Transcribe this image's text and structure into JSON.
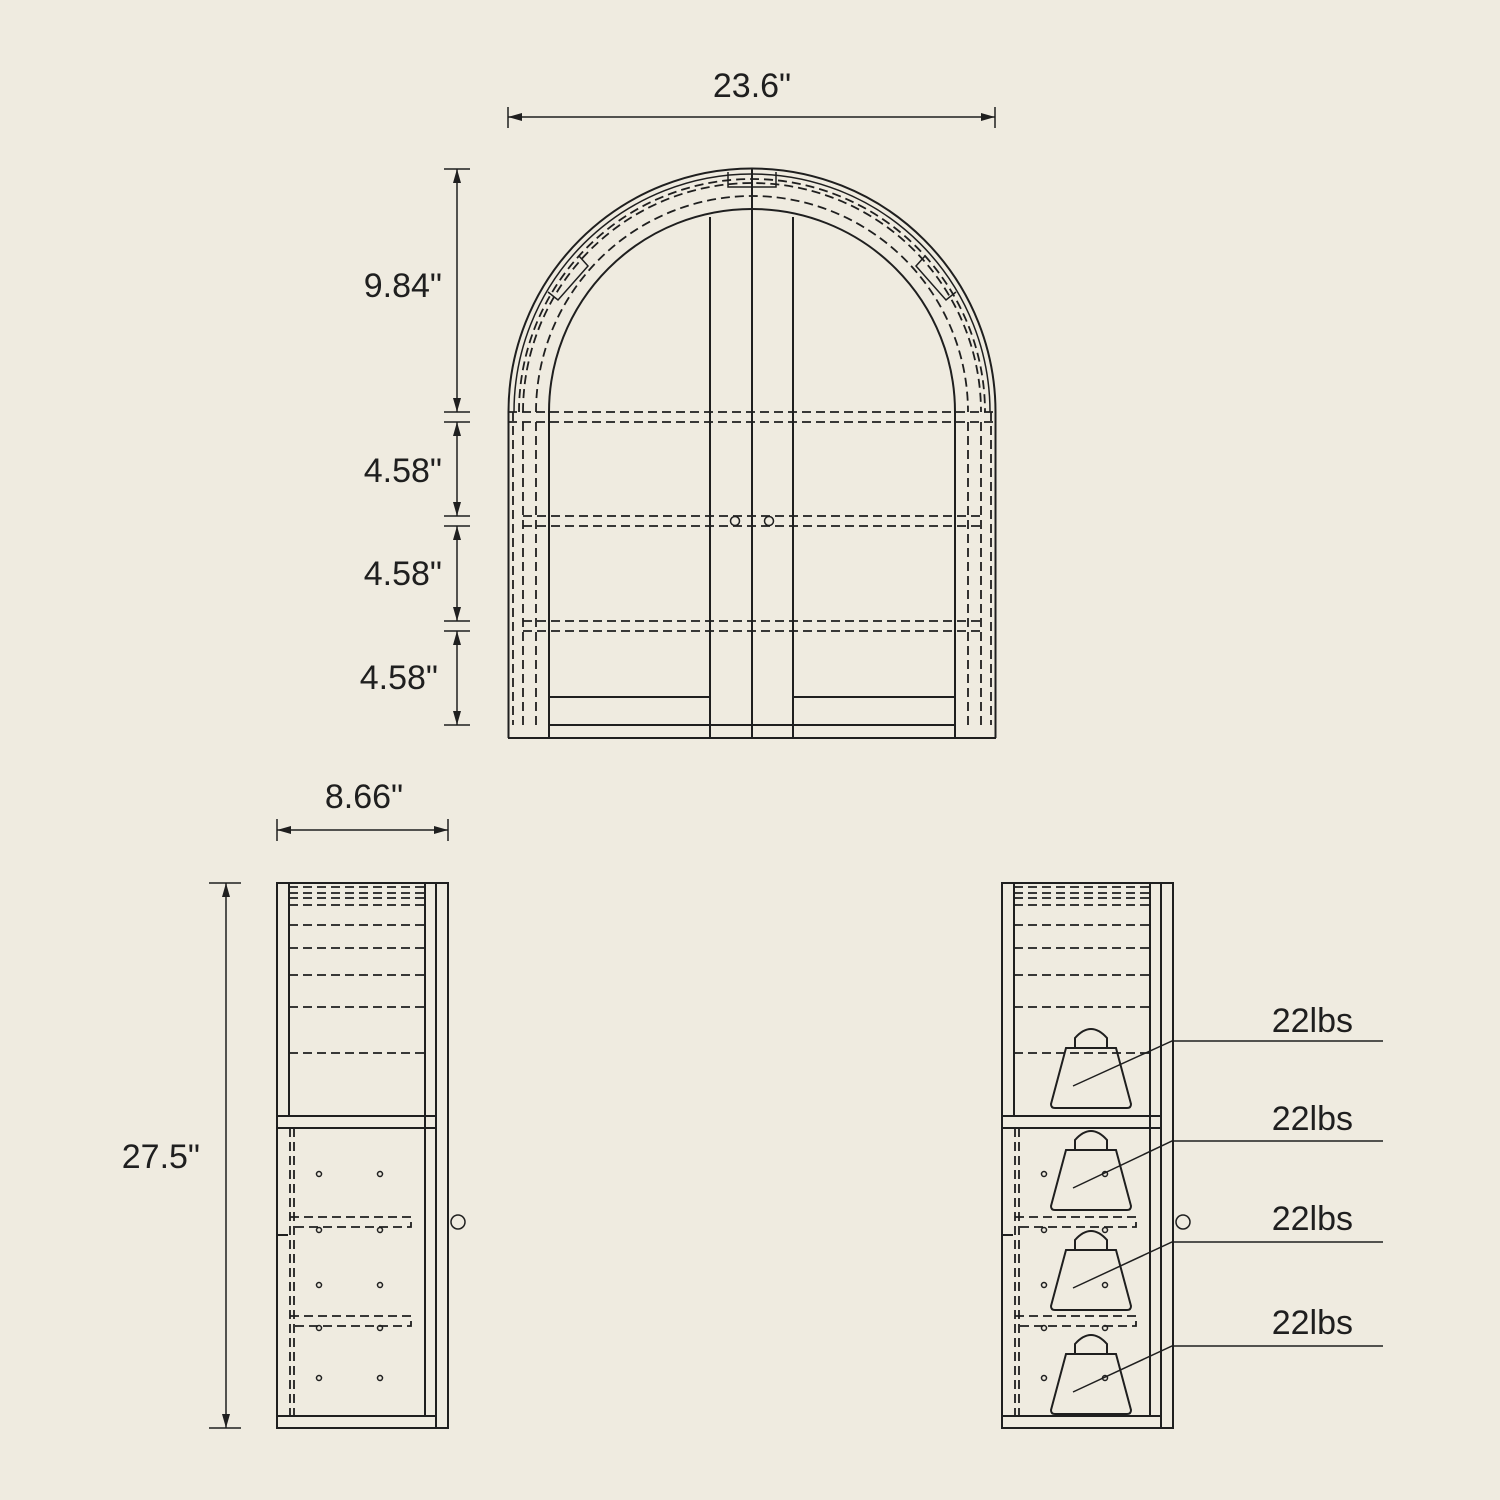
{
  "dimensions": {
    "width": "23.6\"",
    "arch_height": "9.84\"",
    "shelf_1": "4.58\"",
    "shelf_2": "4.58\"",
    "shelf_3": "4.58\"",
    "depth": "8.66\"",
    "total_height": "27.5\""
  },
  "load_labels": [
    "22lbs",
    "22lbs",
    "22lbs",
    "22lbs"
  ],
  "colors": {
    "background": "#efebe0",
    "line": "#1f1f1f"
  }
}
